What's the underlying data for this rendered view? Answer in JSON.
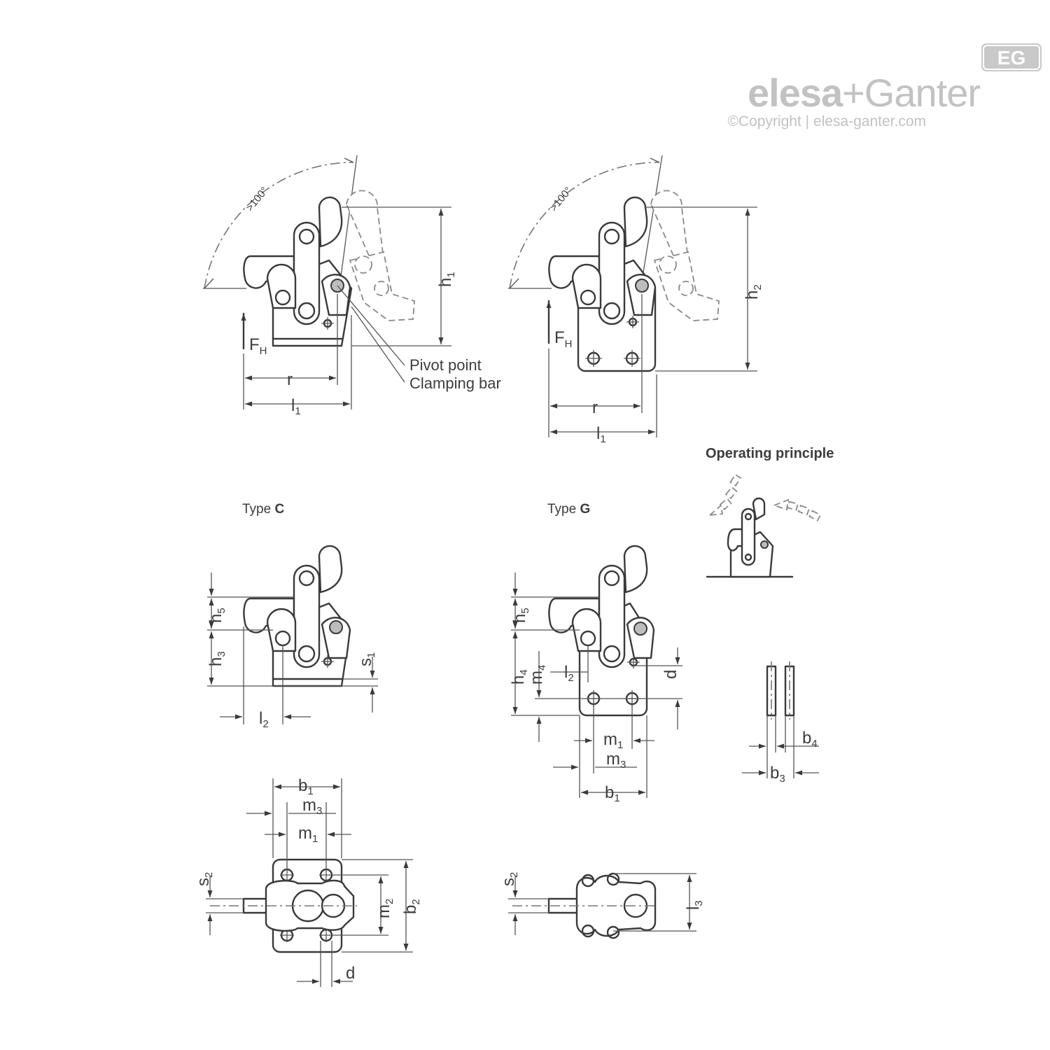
{
  "brand": {
    "name_part1": "elesa",
    "plus": "+",
    "name_part2": "Ganter",
    "badge": "EG",
    "copyright": "©Copyright | elesa-ganter.com",
    "color": "#c2c2c2"
  },
  "angle_label": ">100°",
  "top_view": {
    "h1": "h",
    "h1_sub": "1",
    "h2": "h",
    "h2_sub": "2",
    "fh": "F",
    "fh_sub": "H",
    "r": "r",
    "l1": "l",
    "l1_sub": "1",
    "pivot_point": "Pivot point",
    "clamping_bar": "Clamping bar"
  },
  "operating_principle": "Operating principle",
  "type_c": {
    "prefix": "Type ",
    "letter": "C"
  },
  "type_g": {
    "prefix": "Type ",
    "letter": "G"
  },
  "dims": {
    "h": "h",
    "l": "l",
    "s": "s",
    "m": "m",
    "b": "b",
    "d": "d",
    "sub1": "1",
    "sub2": "2",
    "sub3": "3",
    "sub4": "4",
    "sub5": "5"
  }
}
